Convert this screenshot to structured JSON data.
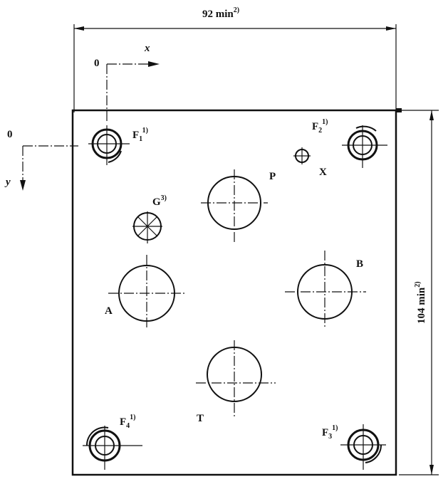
{
  "dimensions": {
    "width": {
      "value": "92 min",
      "sup": "2)"
    },
    "height": {
      "value": "104 min",
      "sup": "2)"
    }
  },
  "axes": {
    "x_origin": "0",
    "x_label": "x",
    "y_origin": "0",
    "y_label": "y"
  },
  "ports": {
    "P": "P",
    "A": "A",
    "B": "B",
    "T": "T",
    "X": "X",
    "G": {
      "label": "G",
      "sup": "3)"
    }
  },
  "fixings": {
    "F1": {
      "label": "F",
      "sub": "1",
      "sup": "1)"
    },
    "F2": {
      "label": "F",
      "sub": "2",
      "sup": "1)"
    },
    "F3": {
      "label": "F",
      "sub": "3",
      "sup": "1)"
    },
    "F4": {
      "label": "F",
      "sub": "4",
      "sup": "1)"
    }
  }
}
